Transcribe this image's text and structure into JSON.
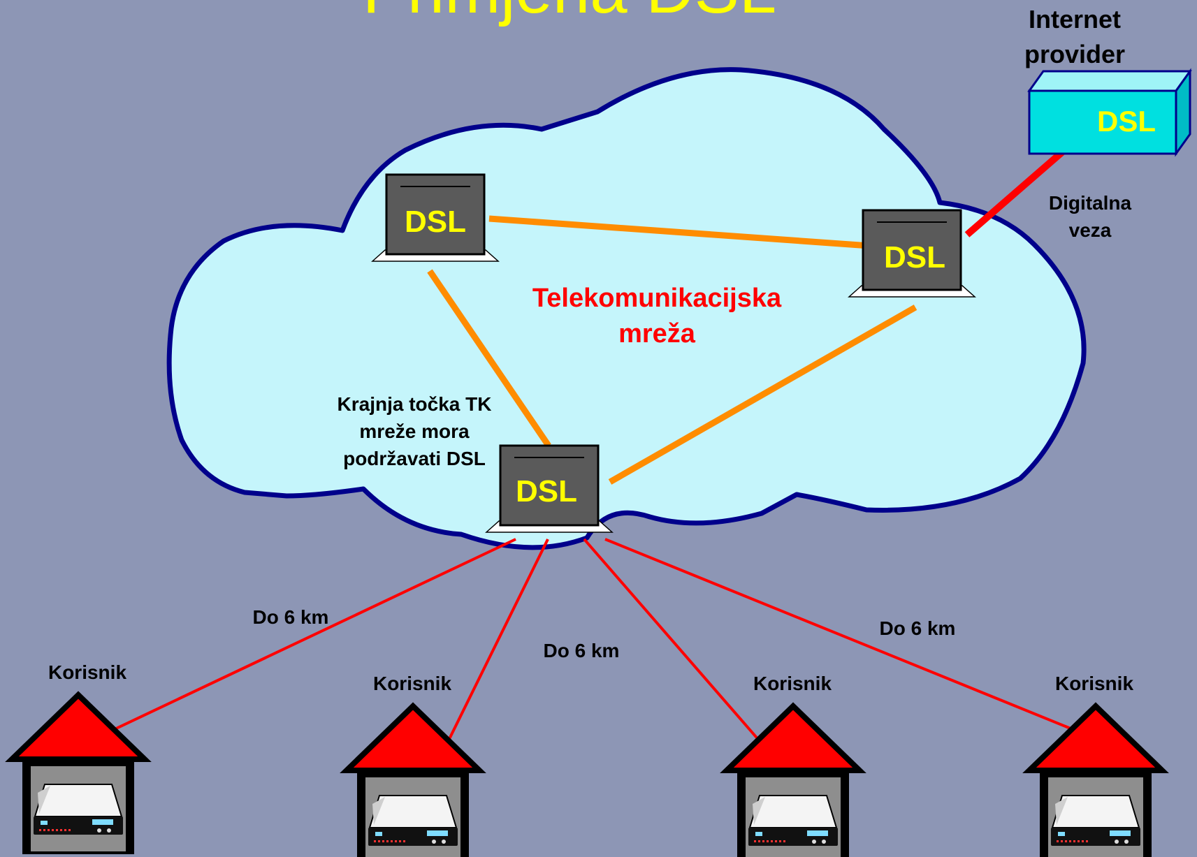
{
  "title": "Primjena DSL",
  "provider": {
    "label_line1": "Internet",
    "label_line2": "provider",
    "box_label": "DSL"
  },
  "digital_link": {
    "label_line1": "Digitalna",
    "label_line2": "veza"
  },
  "network": {
    "label_line1": "Telekomunikacijska",
    "label_line2": "mreža"
  },
  "nodes": {
    "top_left": "DSL",
    "right": "DSL",
    "bottom": "DSL"
  },
  "endpoint_note": {
    "line1": "Krajnja točka TK",
    "line2": "mreže mora",
    "line3": "podržavati DSL"
  },
  "distances": [
    "Do 6 km",
    "Do 6 km",
    "Do 6 km"
  ],
  "users": [
    {
      "label": "Korisnik"
    },
    {
      "label": "Korisnik"
    },
    {
      "label": "Korisnik"
    },
    {
      "label": "Korisnik"
    }
  ],
  "colors": {
    "background": "#8d96b5",
    "cloud_fill": "#c5f5fb",
    "cloud_outline": "#00008b",
    "backbone_link": "#ff8c00",
    "subscriber_link": "#ff0000",
    "dsl_text": "#ffff00",
    "node_box": "#5a5a5a",
    "house_roof": "#ff0000",
    "provider_box": "#00e0e0"
  }
}
